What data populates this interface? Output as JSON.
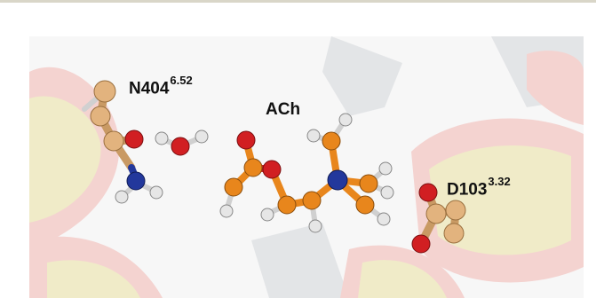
{
  "labels": {
    "n404_main": "N404",
    "n404_sup": "6.52",
    "ach": "ACh",
    "d103_main": "D103",
    "d103_sup": "3.32"
  },
  "colors": {
    "top_rule": "#d9d6c8",
    "carbon_orange": "#e8861c",
    "carbon_tan": "#e2b37e",
    "oxygen": "#d11f22",
    "nitrogen": "#23389c",
    "hydrogen": "#e6e6e6",
    "ribbon_red": "#f2b6b2",
    "ribbon_yellow": "#ece3a2",
    "ribbon_gray": "#d4d7da"
  }
}
